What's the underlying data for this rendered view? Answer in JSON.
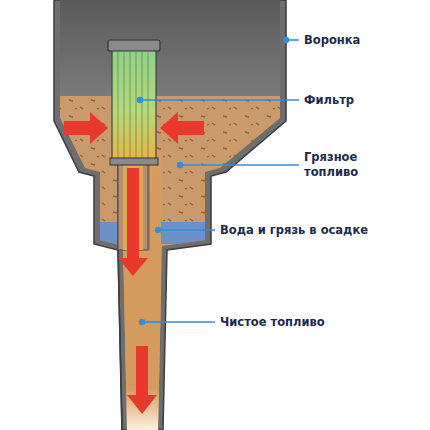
{
  "diagram": {
    "labels": [
      "Воронка",
      "Фильтр",
      "Грязное топливо",
      "Вода и грязь в осадке",
      "Чистое топливо"
    ]
  }
}
